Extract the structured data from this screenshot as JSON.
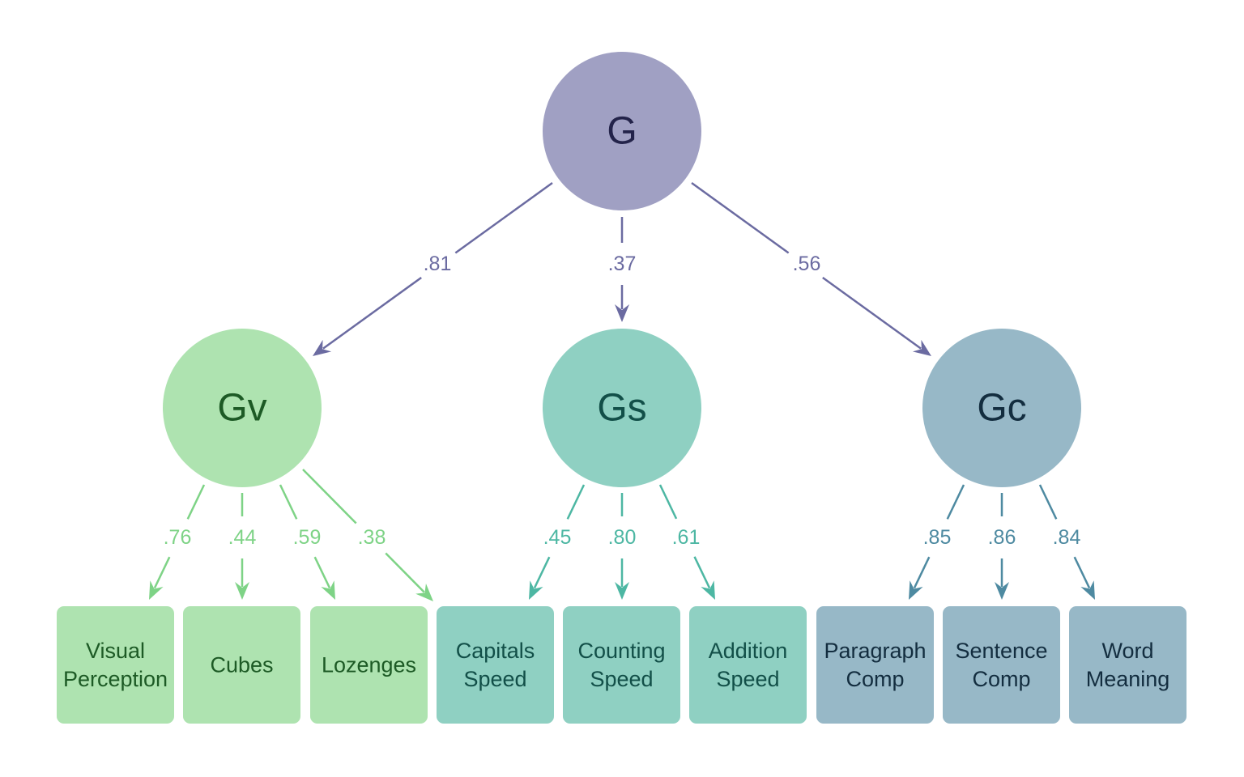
{
  "diagram": {
    "top_factor": {
      "label": "G",
      "fill": "#a0a0c3",
      "text_color": "#23234a",
      "edge_color": "#6b6ba1"
    },
    "group_factors": [
      {
        "id": "gv",
        "label": "Gv",
        "loading_from_g": ".81",
        "fill": "#aee3b0",
        "text_color": "#1d5a25",
        "edge_color": "#7ed386",
        "indicators": [
          {
            "lines": [
              "Visual",
              "Perception"
            ],
            "loading": ".76"
          },
          {
            "lines": [
              "Cubes"
            ],
            "loading": ".44"
          },
          {
            "lines": [
              "Lozenges"
            ],
            "loading": ".59"
          }
        ],
        "extra_loading": ".38"
      },
      {
        "id": "gs",
        "label": "Gs",
        "loading_from_g": ".37",
        "fill": "#8fd0c2",
        "text_color": "#124f48",
        "edge_color": "#4db7a3",
        "indicators": [
          {
            "lines": [
              "Capitals",
              "Speed"
            ],
            "loading": ".45"
          },
          {
            "lines": [
              "Counting",
              "Speed"
            ],
            "loading": ".80"
          },
          {
            "lines": [
              "Addition",
              "Speed"
            ],
            "loading": ".61"
          }
        ]
      },
      {
        "id": "gc",
        "label": "Gc",
        "loading_from_g": ".56",
        "fill": "#97b8c7",
        "text_color": "#132d3f",
        "edge_color": "#4e8aa1",
        "indicators": [
          {
            "lines": [
              "Paragraph",
              "Comp"
            ],
            "loading": ".85"
          },
          {
            "lines": [
              "Sentence",
              "Comp"
            ],
            "loading": ".86"
          },
          {
            "lines": [
              "Word",
              "Meaning"
            ],
            "loading": ".84"
          }
        ]
      }
    ]
  }
}
